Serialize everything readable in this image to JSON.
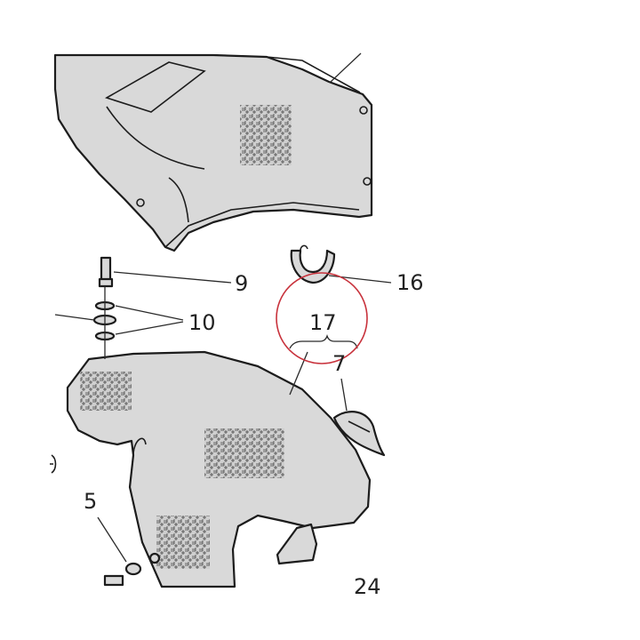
{
  "diagram": {
    "callouts": [
      {
        "id": "9",
        "text": "9"
      },
      {
        "id": "16",
        "text": "16"
      },
      {
        "id": "10",
        "text": "10"
      },
      {
        "id": "17",
        "text": "17"
      },
      {
        "id": "7",
        "text": "7"
      },
      {
        "id": "5",
        "text": "5"
      },
      {
        "id": "24",
        "text": "24"
      }
    ],
    "highlight_color": "#c8323c",
    "line_color": "#1c1c1c",
    "fill_color": "#d9d9d9"
  }
}
